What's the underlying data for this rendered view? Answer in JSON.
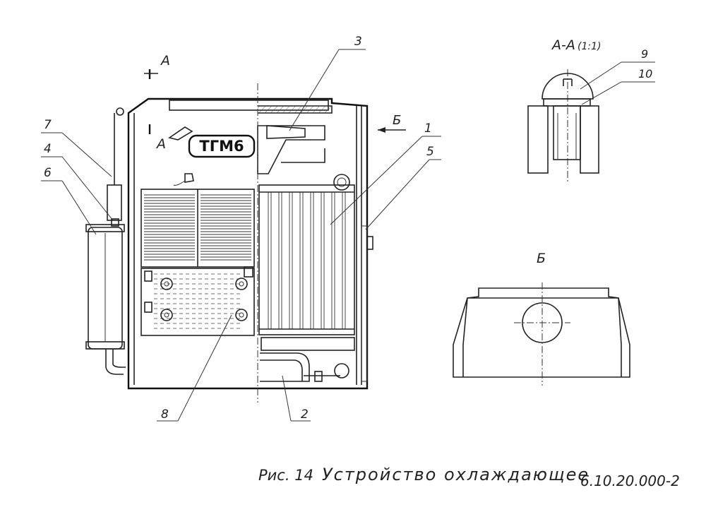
{
  "callouts": [
    "1",
    "2",
    "3",
    "4",
    "5",
    "6",
    "7",
    "8",
    "9",
    "10"
  ],
  "section_mark": "А",
  "view_mark": "Б",
  "emblem_text": "ТГМ6",
  "section_title": "А-А",
  "section_scale": "(1:1)",
  "view_title": "Б",
  "caption": {
    "figure": "Рис. 14",
    "title": "Устройство охлаждающее",
    "code": "6.10.20.000-2"
  }
}
